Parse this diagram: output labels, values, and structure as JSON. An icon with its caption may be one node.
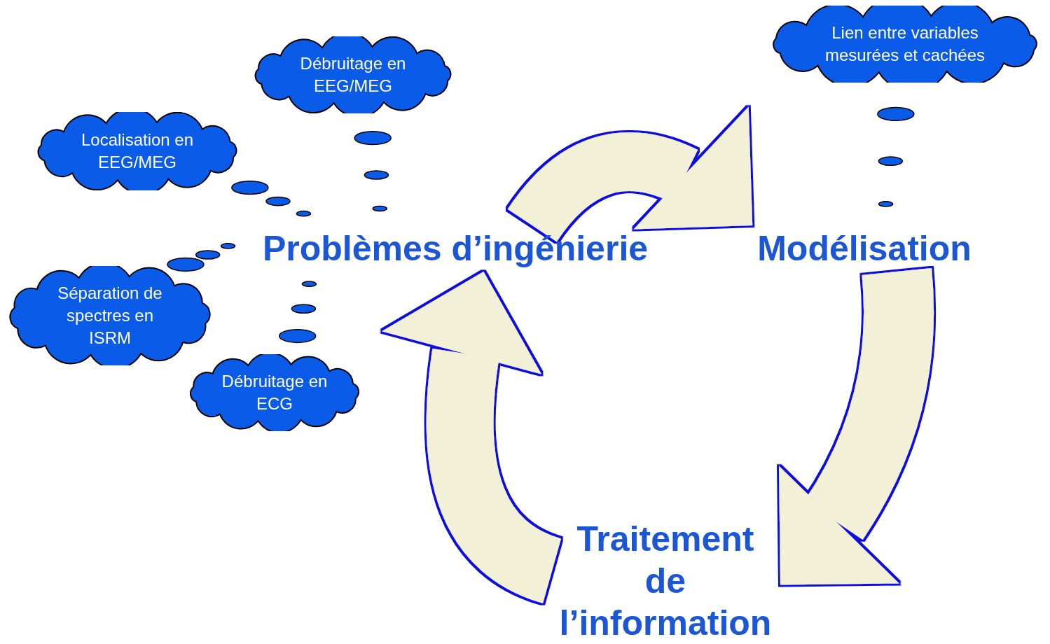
{
  "diagram": {
    "nodes": [
      {
        "text": [
          "Débruitage en EEG/MEG"
        ]
      },
      {
        "text": [
          "Lien entre variables mesurées et cachées"
        ]
      },
      {
        "text": [
          "Localisation en EEG/MEG"
        ]
      },
      {
        "text": [
          "Problèmes d’ingénierie"
        ]
      },
      {
        "text": [
          "Modélisation"
        ]
      },
      {
        "text": [
          "Séparation de spectres en ISRM"
        ]
      },
      {
        "text": [
          "Débruitage en ECG"
        ]
      },
      {
        "text": [
          "Traitement de l’information"
        ]
      }
    ],
    "edges": [
      {
        "from": 3,
        "to": 4,
        "arrow": "to"
      },
      {
        "from": 4,
        "to": 7,
        "arrow": "to"
      },
      {
        "from": 7,
        "to": 3,
        "arrow": "to"
      },
      {
        "from": 0,
        "to": 3,
        "arrow": "none"
      },
      {
        "from": 2,
        "to": 3,
        "arrow": "none"
      },
      {
        "from": 1,
        "to": 4,
        "arrow": "none"
      },
      {
        "from": 5,
        "to": 3,
        "arrow": "none"
      },
      {
        "from": 6,
        "to": 3,
        "arrow": "none"
      }
    ]
  }
}
